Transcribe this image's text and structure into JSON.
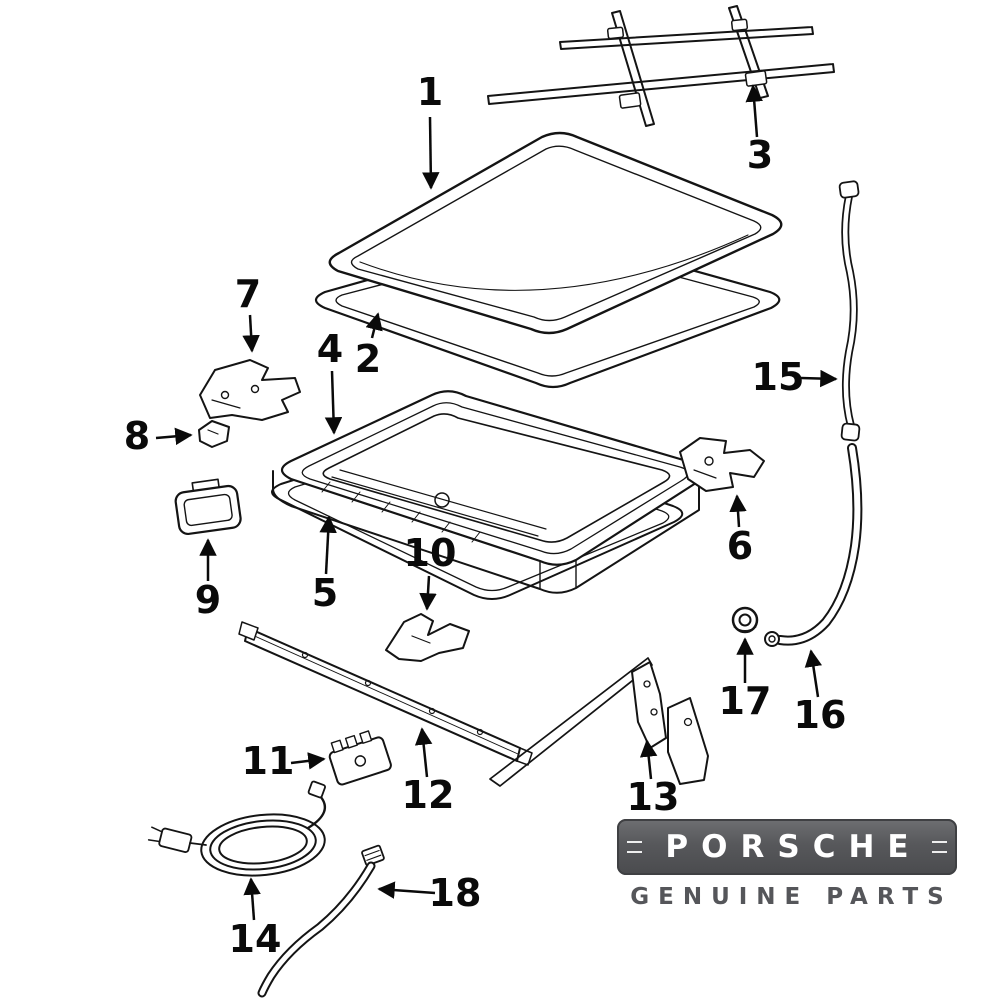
{
  "diagram": {
    "type": "exploded-parts-diagram",
    "subject": "sunroof-assembly",
    "callouts": [
      "1",
      "2",
      "3",
      "4",
      "5",
      "6",
      "7",
      "8",
      "9",
      "10",
      "11",
      "12",
      "13",
      "14",
      "15",
      "16",
      "17",
      "18"
    ]
  },
  "brand": {
    "name": "PORSCHE",
    "subtitle": "GENUINE PARTS",
    "badge_background": "#58595B",
    "badge_text_color": "#FFFFFF",
    "subtitle_color": "#55565A"
  },
  "colors": {
    "background": "#FFFFFF",
    "line": "#141414"
  }
}
